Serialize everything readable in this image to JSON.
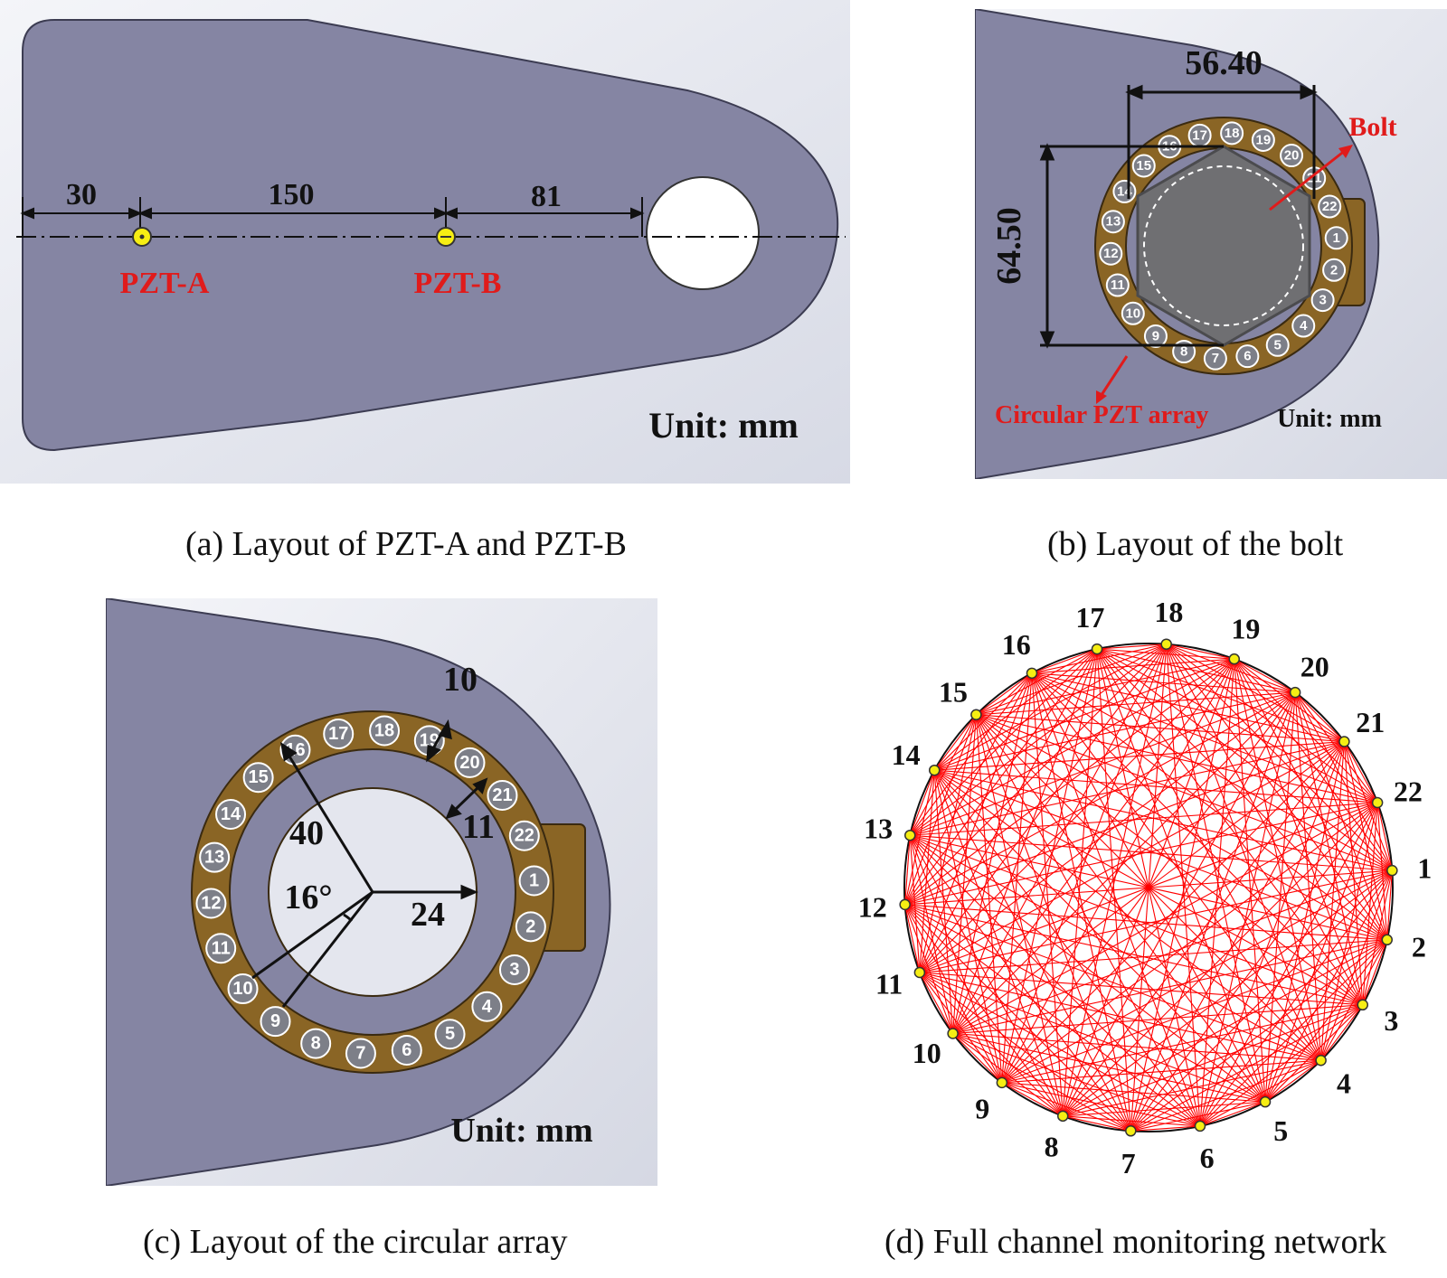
{
  "panel_a": {
    "caption": "(a) Layout of PZT-A and PZT-B",
    "dims": [
      "30",
      "150",
      "81"
    ],
    "labels": [
      "PZT-A",
      "PZT-B"
    ],
    "unit": "Unit: mm"
  },
  "panel_b": {
    "caption": "(b) Layout of the bolt",
    "width_dim": "56.40",
    "height_dim": "64.50",
    "bolt_label": "Bolt",
    "array_label": "Circular PZT array",
    "unit": "Unit: mm"
  },
  "panel_c": {
    "caption": "(c) Layout of the circular array",
    "dims": [
      "10",
      "11",
      "40",
      "16°",
      "24"
    ],
    "unit": "Unit: mm"
  },
  "panel_d": {
    "caption": "(d) Full channel monitoring network",
    "node_count": 22
  },
  "pzt_numbers": [
    "1",
    "2",
    "3",
    "4",
    "5",
    "6",
    "7",
    "8",
    "9",
    "10",
    "11",
    "12",
    "13",
    "14",
    "15",
    "16",
    "17",
    "18",
    "19",
    "20",
    "21",
    "22"
  ],
  "colors": {
    "plate": "#8585a3",
    "background": "#e3e5ee",
    "ring": "#8a6525",
    "sensor": "#f6ee13",
    "path": "#ff0000",
    "label_red": "#e01b1b"
  }
}
